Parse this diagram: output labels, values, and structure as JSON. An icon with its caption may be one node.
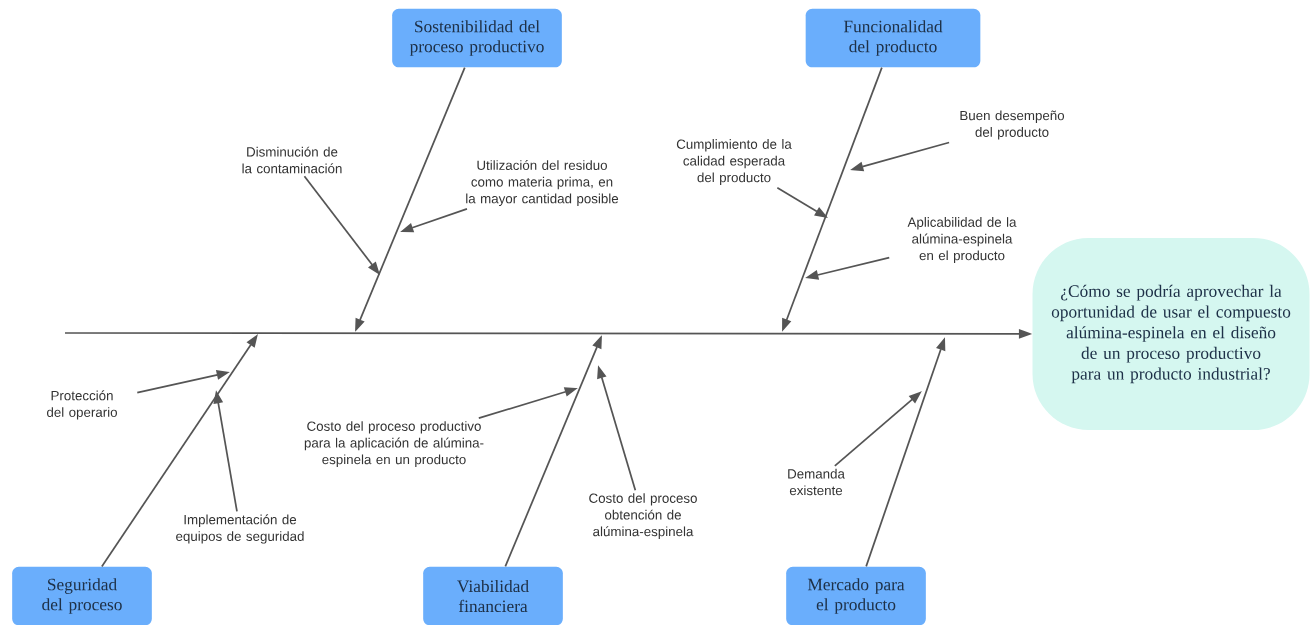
{
  "diagram": {
    "nodes": [
      {
        "text": [
          "Sostenibilidad del proceso productivo"
        ]
      },
      {
        "text": [
          "Funcionalidad del producto"
        ]
      },
      {
        "text": [
          "¿Cómo se podría aprovechar la oportunidad de usar el compuesto alúmina-espinela en el diseño de un proceso productivo para un producto industrial?"
        ]
      },
      {
        "text": [
          "Seguridad del proceso"
        ]
      },
      {
        "text": [
          "Viabilidad financiera"
        ]
      },
      {
        "text": [
          "Mercado para el producto"
        ]
      },
      {
        "text": [
          "Disminución de la contaminación"
        ]
      },
      {
        "text": [
          "Utilización del residuo como materia prima, en la mayor cantidad posible"
        ]
      },
      {
        "text": [
          "Cumplimiento de la calidad esperada del producto"
        ]
      },
      {
        "text": [
          "Buen desempeño del producto"
        ]
      },
      {
        "text": [
          "Aplicabilidad de la alúmina-espinela en el producto"
        ]
      },
      {
        "text": [
          "Protección del operario"
        ]
      },
      {
        "text": [
          "Implementación de equipos de seguridad"
        ]
      },
      {
        "text": [
          "Costo del proceso productivo para la aplicación de alúmina-espinela en un producto"
        ]
      },
      {
        "text": [
          "Costo del proceso obtención de alúmina-espinela"
        ]
      },
      {
        "text": [
          "Demanda existente"
        ]
      }
    ],
    "edges": [
      {
        "from": null,
        "to": 2,
        "arrow": "to"
      },
      {
        "from": 0,
        "to": null,
        "arrow": "to"
      },
      {
        "from": 6,
        "to": null,
        "arrow": "to"
      },
      {
        "from": 7,
        "to": null,
        "arrow": "to"
      },
      {
        "from": 1,
        "to": null,
        "arrow": "to"
      },
      {
        "from": 8,
        "to": null,
        "arrow": "to"
      },
      {
        "from": 9,
        "to": null,
        "arrow": "to"
      },
      {
        "from": 10,
        "to": null,
        "arrow": "to"
      },
      {
        "from": 3,
        "to": null,
        "arrow": "to"
      },
      {
        "from": 11,
        "to": null,
        "arrow": "to"
      },
      {
        "from": 12,
        "to": null,
        "arrow": "to"
      },
      {
        "from": 4,
        "to": null,
        "arrow": "to"
      },
      {
        "from": 13,
        "to": null,
        "arrow": "to"
      },
      {
        "from": 14,
        "to": null,
        "arrow": "to"
      },
      {
        "from": 5,
        "to": null,
        "arrow": "to"
      },
      {
        "from": 15,
        "to": null,
        "arrow": "to"
      }
    ]
  }
}
